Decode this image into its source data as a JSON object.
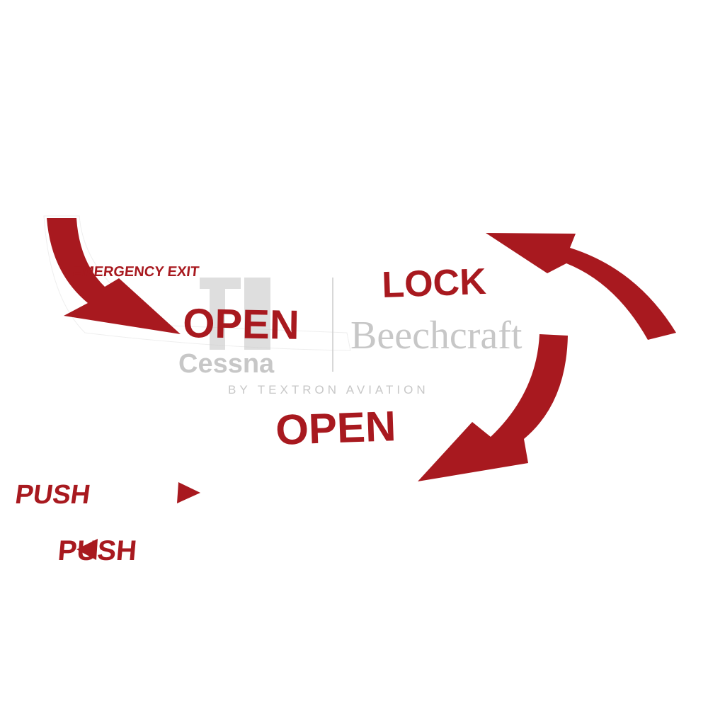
{
  "decal_left": {
    "caption": "EMERGENCY EXIT",
    "label": "OPEN"
  },
  "decal_right": {
    "top_label": "LOCK",
    "bottom_label": "OPEN"
  },
  "push_right": {
    "label": "PUSH",
    "arrow": "right-triangle-icon"
  },
  "push_left": {
    "label": "PUSH",
    "arrow": "left-triangle-icon"
  },
  "watermark": {
    "brand1": "Cessna",
    "brand2": "Beechcraft",
    "tagline": "BY TEXTRON AVIATION"
  },
  "colors": {
    "decal_red": "#a8191f",
    "watermark_gray": "#b5b5b5"
  }
}
